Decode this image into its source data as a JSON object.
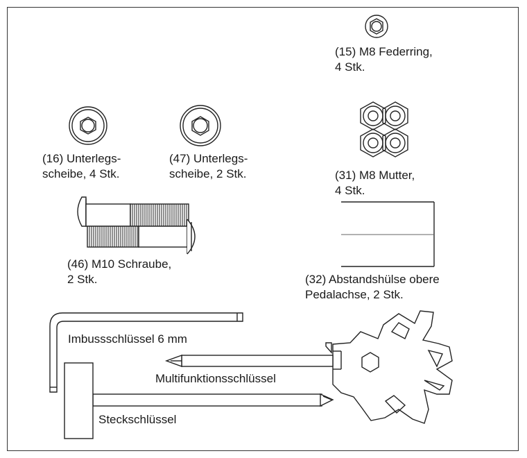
{
  "parts": [
    {
      "id": "15",
      "line1": "(15) M8 Federring,",
      "line2": "4 Stk.",
      "icon": "spring-washer"
    },
    {
      "id": "16",
      "line1": "(16) Unterlegs-",
      "line2": "scheibe, 4 Stk.",
      "icon": "washer"
    },
    {
      "id": "47",
      "line1": "(47) Unterlegs-",
      "line2": "scheibe, 2 Stk.",
      "icon": "washer"
    },
    {
      "id": "31",
      "line1": "(31) M8 Mutter,",
      "line2": "4 Stk.",
      "icon": "hex-nut"
    },
    {
      "id": "46",
      "line1": "(46) M10 Schraube,",
      "line2": "2 Stk.",
      "icon": "bolt"
    },
    {
      "id": "32",
      "line1": "(32) Abstandshülse obere",
      "line2": "Pedalachse, 2 Stk.",
      "icon": "spacer-sleeve"
    }
  ],
  "tools": {
    "allen_key": "Imbussschlüssel 6 mm",
    "multi_tool": "Multifunktionsschlüssel",
    "socket_wrench": "Steckschlüssel"
  }
}
